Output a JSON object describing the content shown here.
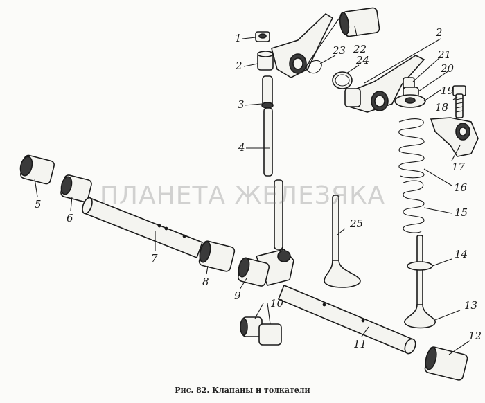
{
  "watermark": "ПЛАНЕТА ЖЕЛЕЗЯКА",
  "caption": "Рис. 82. Клапаны и толкатели",
  "labels": {
    "l1": "1",
    "l2a": "2",
    "l2b": "2",
    "l3": "3",
    "l4": "4",
    "l5": "5",
    "l6": "6",
    "l7": "7",
    "l8": "8",
    "l9": "9",
    "l10": "10",
    "l11": "11",
    "l12": "12",
    "l13": "13",
    "l14": "14",
    "l15": "15",
    "l16": "16",
    "l17": "17",
    "l18": "18",
    "l19": "19",
    "l20": "20",
    "l21": "21",
    "l22": "22",
    "l23": "23",
    "l24": "24",
    "l25": "25"
  }
}
